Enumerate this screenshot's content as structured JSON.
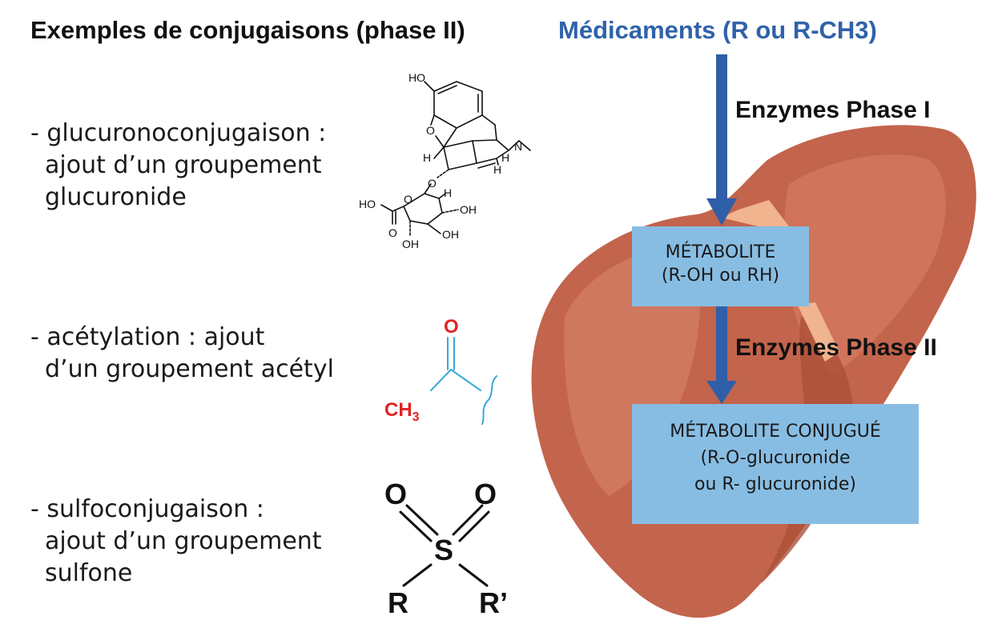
{
  "title": "Exemples de conjugaisons (phase II)",
  "drug_label": "Médicaments (R ou R-CH3)",
  "enzymes": {
    "phase1": "Enzymes Phase I",
    "phase2": "Enzymes Phase II"
  },
  "metabolite_box": {
    "line1": "MÉTABOLITE",
    "line2": "(R-OH ou RH)"
  },
  "conjugated_box": {
    "line1": "MÉTABOLITE CONJUGUÉ",
    "line2": "(R-O-glucuronide",
    "line3": "ou R- glucuronide)"
  },
  "examples": [
    {
      "lines": [
        "- glucuronoconjugaison :",
        "ajout d’un groupement",
        "glucuronide"
      ]
    },
    {
      "lines": [
        "- acétylation : ajout",
        "d’un groupement acétyl"
      ]
    },
    {
      "lines": [
        "- sulfoconjugaison :",
        "ajout d’un groupement",
        "sulfone"
      ]
    }
  ],
  "morphine_labels": {
    "ho_top": "HO",
    "o_ring": "O",
    "h_left": "H",
    "h_right": "H",
    "n": "N",
    "h_n": "H",
    "o_link": "O",
    "h_sugar": "H",
    "oh1": "OH",
    "o_sugar": "O",
    "ho_acid": "HO",
    "o_acid": "O",
    "oh2": "OH",
    "oh3": "OH"
  },
  "acetyl_labels": {
    "o": "O",
    "ch": "CH",
    "sub": "3"
  },
  "sulfone_labels": {
    "o1": "O",
    "o2": "O",
    "s": "S",
    "r": "R",
    "r2": "R’"
  },
  "colors": {
    "arrow": "#2f5fa8",
    "box": "#88bde3",
    "liver": "#c3644c",
    "liver_light": "#d57a62",
    "liver_dark": "#ad5038",
    "ligament": "#f0b48e",
    "acetyl_red": "#e02424",
    "acetyl_blue": "#39a9d6"
  }
}
